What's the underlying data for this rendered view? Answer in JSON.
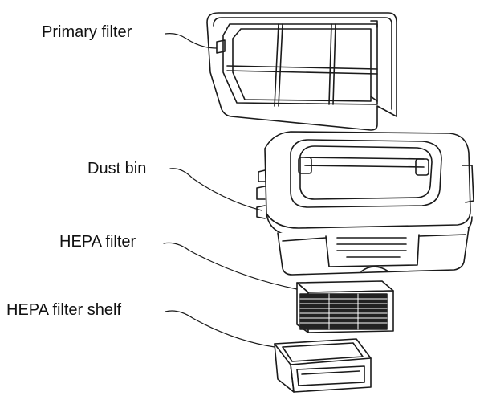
{
  "labels": {
    "primary_filter": "Primary filter",
    "dust_bin": "Dust bin",
    "hepa_filter": "HEPA filter",
    "hepa_filter_shelf": "HEPA filter shelf"
  },
  "colors": {
    "line": "#1a1a1a",
    "fill": "#ffffff",
    "mesh": "#222222"
  }
}
